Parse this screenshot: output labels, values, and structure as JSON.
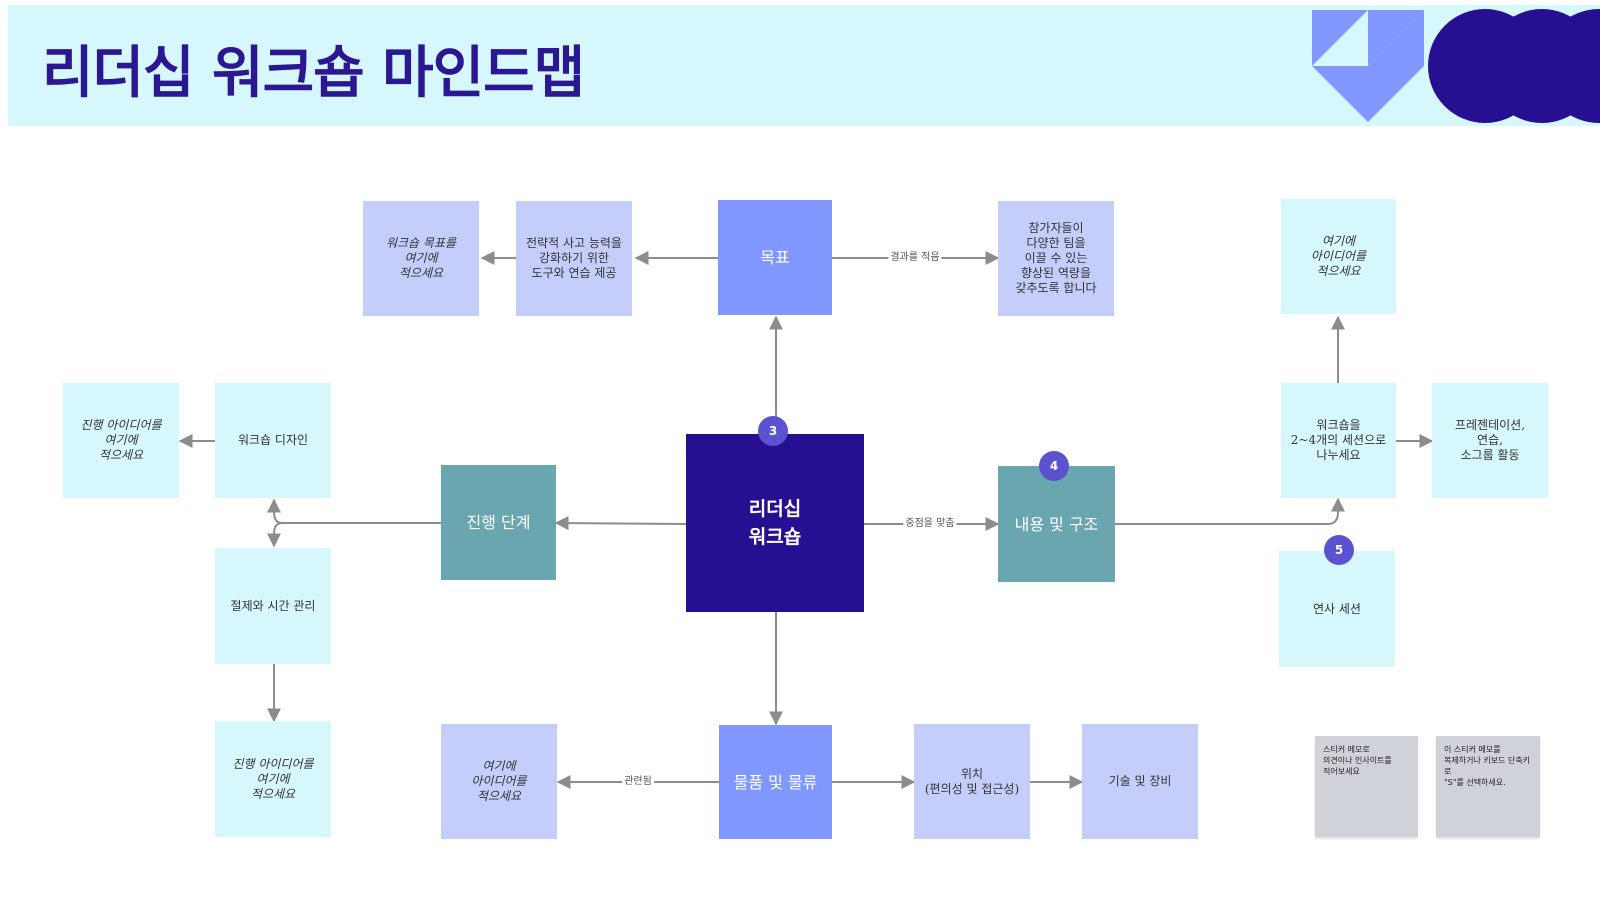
{
  "header": {
    "title": "리더십 워크숍 마인드맵"
  },
  "colors": {
    "header_bg": "#d6f7fc",
    "title": "#2a1791",
    "center": "#261091",
    "primary": "#7f97ff",
    "teal": "#6aa6af",
    "lavender": "#c5cdfb",
    "cyan": "#d6f7fc",
    "badge": "#5a52cf",
    "sticky": "#cfd2d8"
  },
  "nodes": {
    "center": "리더십\n워크숍",
    "goal": "목표",
    "goal_tools": "전략적 사고 능력을\n강화하기 위한\n도구와 연습 제공",
    "goal_idea": "워크숍 목표를\n여기에\n적으세요",
    "goal_result": "참가자들이\n다양한 팀을\n이끌 수 있는\n향상된 역량을\n갖추도록 합니다",
    "content": "내용 및 구조",
    "sessions": "워크숍을\n2~4개의 세션으로\n나누세요",
    "sessions_idea": "여기에\n아이디어를\n적으세요",
    "presentation": "프레젠테이션,\n연습,\n소그룹 활동",
    "speaker": "연사 세션",
    "progress": "진행 단계",
    "design": "워크숍 디자인",
    "design_idea": "진행 아이디어를\n여기에\n적으세요",
    "timing": "절제와 시간 관리",
    "timing_idea": "진행 아이디어를\n여기에\n적으세요",
    "logistics": "물품 및 물류",
    "logistics_idea": "여기에\n아이디어를\n적으세요",
    "location": "위치\n(편의성 및 접근성)",
    "tech": "기술 및 장비"
  },
  "edge_labels": {
    "result": "결과를 적음",
    "focus": "중점을 맞춤",
    "related": "관련됨"
  },
  "badges": [
    "3",
    "4",
    "5"
  ],
  "stickies": [
    "스티커 메모로\n의견이나 인사이트를\n적어보세요",
    "이 스티커 메모를\n복제하거나 키보드 단축키로\n\"S\"를 선택하세요."
  ]
}
